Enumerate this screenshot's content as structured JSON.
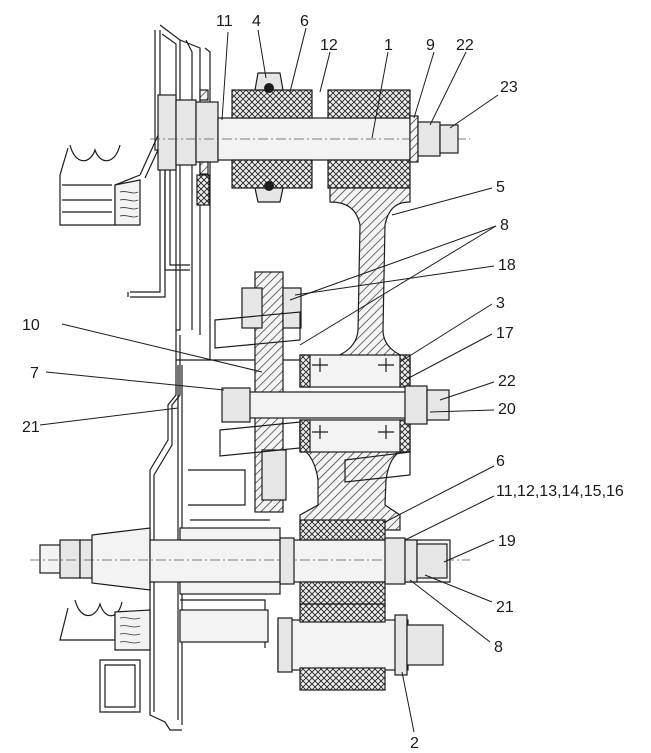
{
  "labels": {
    "l1": "1",
    "l2": "2",
    "l3": "3",
    "l4": "4",
    "l5": "5",
    "l6a": "6",
    "l6b": "6",
    "l7": "7",
    "l8a": "8",
    "l8b": "8",
    "l9": "9",
    "l10": "10",
    "l11": "11",
    "l11group": "11,12,13,14,15,16",
    "l12": "12",
    "l17": "17",
    "l18": "18",
    "l19": "19",
    "l20": "20",
    "l21a": "21",
    "l21b": "21",
    "l22a": "22",
    "l22b": "22",
    "l23": "23"
  }
}
